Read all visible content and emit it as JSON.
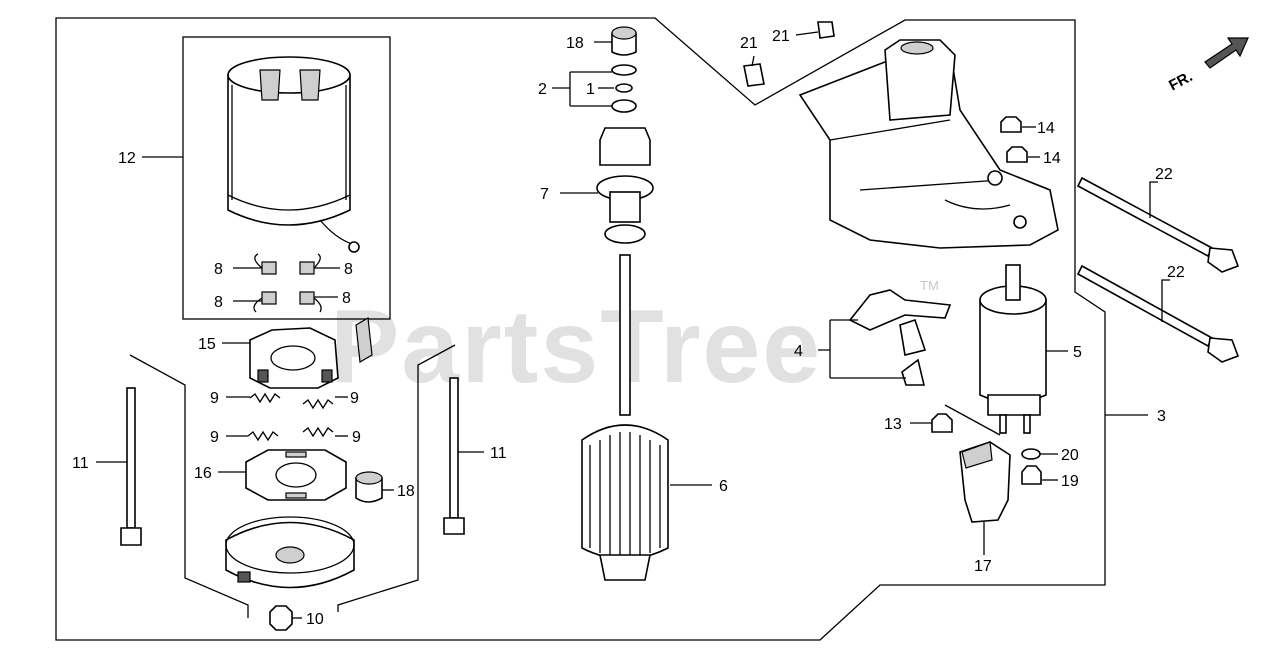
{
  "watermark": {
    "text": "PartsTree",
    "trademark": "TM"
  },
  "direction_label": "FR.",
  "callouts": [
    "1",
    "2",
    "3",
    "4",
    "5",
    "6",
    "7",
    "8",
    "8",
    "8",
    "8",
    "9",
    "9",
    "9",
    "9",
    "10",
    "11",
    "11",
    "12",
    "13",
    "14",
    "14",
    "15",
    "16",
    "17",
    "18",
    "18",
    "19",
    "20",
    "21",
    "21",
    "22",
    "22"
  ],
  "labels": {
    "c1": "1",
    "c2": "2",
    "c3": "3",
    "c4": "4",
    "c5": "5",
    "c6": "6",
    "c7": "7",
    "c8a": "8",
    "c8b": "8",
    "c8c": "8",
    "c8d": "8",
    "c9a": "9",
    "c9b": "9",
    "c9c": "9",
    "c9d": "9",
    "c10": "10",
    "c11a": "11",
    "c11b": "11",
    "c12": "12",
    "c13": "13",
    "c14a": "14",
    "c14b": "14",
    "c15": "15",
    "c16": "16",
    "c17": "17",
    "c18a": "18",
    "c18b": "18",
    "c19": "19",
    "c20": "20",
    "c21a": "21",
    "c21b": "21",
    "c22a": "22",
    "c22b": "22"
  }
}
